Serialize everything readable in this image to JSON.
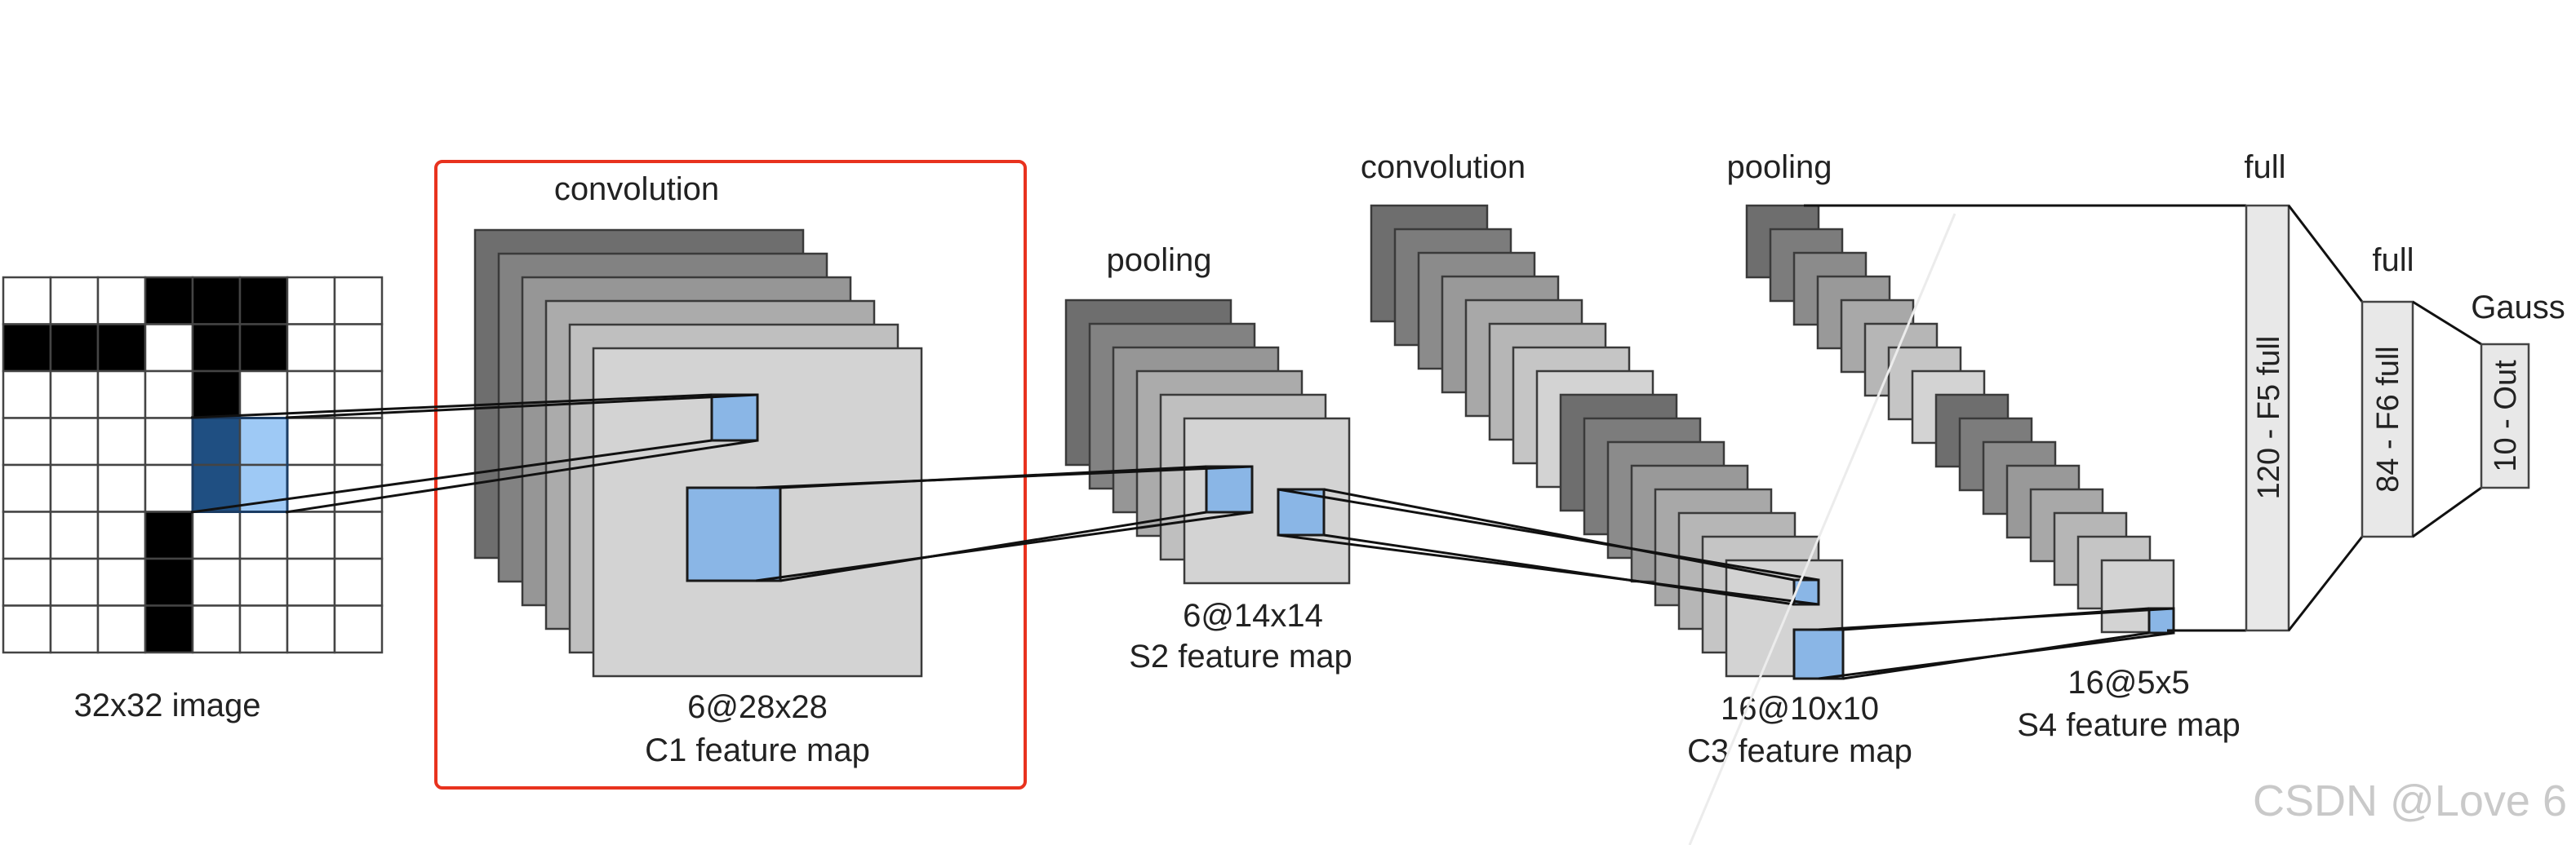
{
  "labels": {
    "input_caption": "32x32 image",
    "c1_op": "convolution",
    "c1_size": "6@28x28",
    "c1_name": "C1 feature map",
    "s2_op": "pooling",
    "s2_size": "6@14x14",
    "s2_name": "S2 feature map",
    "c3_op": "convolution",
    "c3_size": "16@10x10",
    "c3_name": "C3 feature map",
    "s4_op": "pooling",
    "s4_size": "16@5x5",
    "s4_name": "S4 feature map",
    "f5_op": "full",
    "f5_name": "120 - F5 full",
    "f6_op": "full",
    "f6_name": "84 - F6 full",
    "out_op": "Gauss",
    "out_name": "10 - Out"
  },
  "watermark": "CSDN @Love 6",
  "counts": {
    "c1_maps": 6,
    "s2_maps": 6,
    "c3_maps": 16,
    "s4_maps": 16
  },
  "colors": {
    "highlight_box": "#e8321e",
    "receptive_field": "#8ab6e6",
    "input_patch_dark": "#1f4f82",
    "input_patch_light": "#9ec9f5",
    "map_dark": "#6e6e6e",
    "map_light": "#d3d3d3",
    "fc_fill": "#e8e8e8"
  }
}
